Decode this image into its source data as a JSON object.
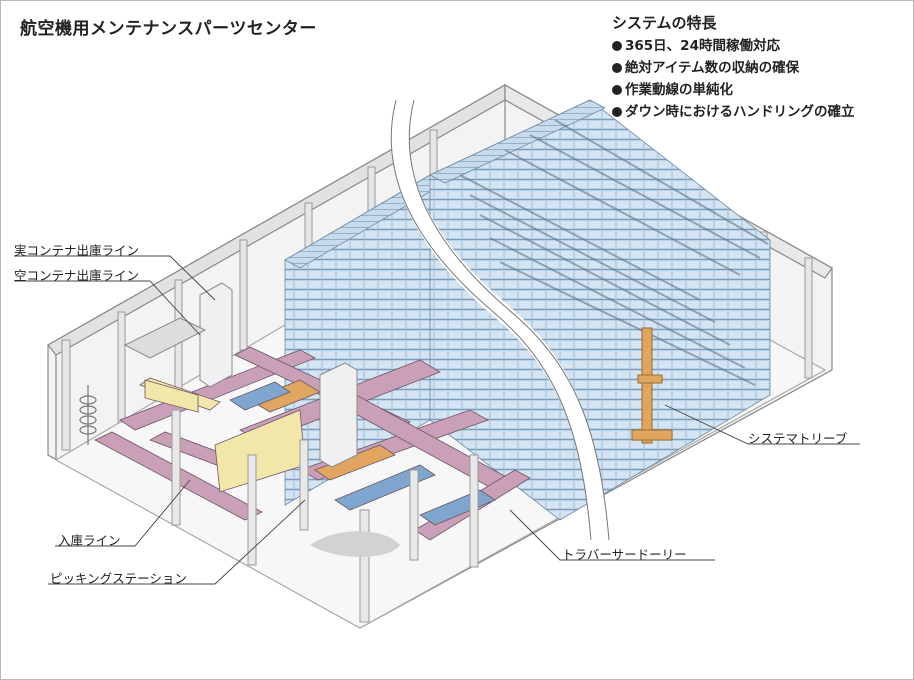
{
  "title": "航空機用メンテナンスパーツセンター",
  "features": {
    "heading": "システムの特長",
    "items": [
      "365日、24時間稼働対応",
      "絶対アイテム数の収納の確保",
      "作業動線の単純化",
      "ダウン時におけるハンドリングの確立"
    ]
  },
  "callouts": {
    "full_container_out": "実コンテナ出庫ライン",
    "empty_container_out": "空コンテナ出庫ライン",
    "receiving_line": "入庫ライン",
    "picking_station": "ピッキングステーション",
    "system_trip": "システマトリーブ",
    "traverser": "トラバーサードーリー"
  },
  "colors": {
    "rack_blue": "#a9c6de",
    "conveyor_pink": "#c9a0b8",
    "conveyor_blue": "#7fa6cf",
    "conveyor_orange": "#e0a660",
    "conveyor_yellow": "#f2e6a8",
    "structure_gray": "#d9d9d9"
  }
}
